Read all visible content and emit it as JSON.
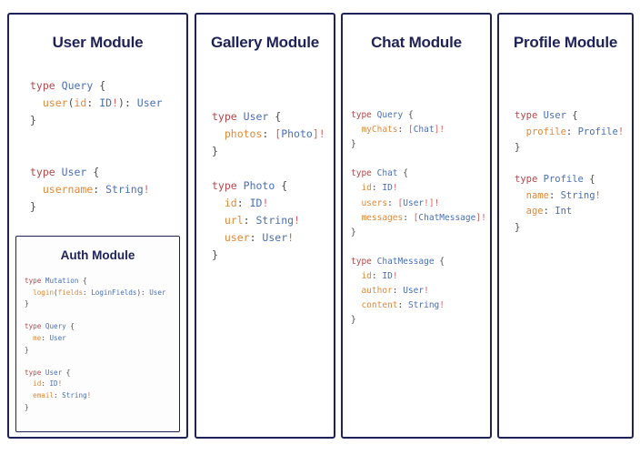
{
  "theme": {
    "background": "#ffffff",
    "card_border": "#1f2257",
    "title_color": "#1f2257",
    "keyword_color": "#b5484b",
    "typename_color": "#4a6fb5",
    "field_color": "#e08a3c",
    "punctuation_color": "#4a4a4a",
    "nonnull_color": "#d4605f"
  },
  "modules": [
    {
      "id": "user",
      "title": "User Module",
      "code_lines": [
        [
          {
            "t": "type",
            "c": "kw"
          },
          {
            "t": " ",
            "c": "pun"
          },
          {
            "t": "Query",
            "c": "tn"
          },
          {
            "t": " {",
            "c": "pun"
          }
        ],
        [
          {
            "t": "  ",
            "c": "pun"
          },
          {
            "t": "user",
            "c": "fld"
          },
          {
            "t": "(",
            "c": "pun"
          },
          {
            "t": "id",
            "c": "fld"
          },
          {
            "t": ": ",
            "c": "pun"
          },
          {
            "t": "ID",
            "c": "tn"
          },
          {
            "t": "!",
            "c": "bang"
          },
          {
            "t": "): ",
            "c": "pun"
          },
          {
            "t": "User",
            "c": "tn"
          }
        ],
        [
          {
            "t": "}",
            "c": "pun"
          }
        ],
        [
          {
            "t": "",
            "c": "pun"
          }
        ],
        [
          {
            "t": "",
            "c": "pun"
          }
        ],
        [
          {
            "t": "type",
            "c": "kw"
          },
          {
            "t": " ",
            "c": "pun"
          },
          {
            "t": "User",
            "c": "tn"
          },
          {
            "t": " {",
            "c": "pun"
          }
        ],
        [
          {
            "t": "  ",
            "c": "pun"
          },
          {
            "t": "username",
            "c": "fld"
          },
          {
            "t": ": ",
            "c": "pun"
          },
          {
            "t": "String",
            "c": "tn"
          },
          {
            "t": "!",
            "c": "bang"
          }
        ],
        [
          {
            "t": "}",
            "c": "pun"
          }
        ]
      ],
      "nested": {
        "id": "auth",
        "title": "Auth Module",
        "code_lines": [
          [
            {
              "t": "type",
              "c": "kw"
            },
            {
              "t": " ",
              "c": "pun"
            },
            {
              "t": "Mutation",
              "c": "tn"
            },
            {
              "t": " {",
              "c": "pun"
            }
          ],
          [
            {
              "t": "  ",
              "c": "pun"
            },
            {
              "t": "login",
              "c": "fld"
            },
            {
              "t": "(",
              "c": "pun"
            },
            {
              "t": "fields",
              "c": "fld"
            },
            {
              "t": ": ",
              "c": "pun"
            },
            {
              "t": "LoginFields",
              "c": "tn"
            },
            {
              "t": "): ",
              "c": "pun"
            },
            {
              "t": "User",
              "c": "tn"
            }
          ],
          [
            {
              "t": "}",
              "c": "pun"
            }
          ],
          [
            {
              "t": "",
              "c": "pun"
            }
          ],
          [
            {
              "t": "type",
              "c": "kw"
            },
            {
              "t": " ",
              "c": "pun"
            },
            {
              "t": "Query",
              "c": "tn"
            },
            {
              "t": " {",
              "c": "pun"
            }
          ],
          [
            {
              "t": "  ",
              "c": "pun"
            },
            {
              "t": "me",
              "c": "fld"
            },
            {
              "t": ": ",
              "c": "pun"
            },
            {
              "t": "User",
              "c": "tn"
            }
          ],
          [
            {
              "t": "}",
              "c": "pun"
            }
          ],
          [
            {
              "t": "",
              "c": "pun"
            }
          ],
          [
            {
              "t": "type",
              "c": "kw"
            },
            {
              "t": " ",
              "c": "pun"
            },
            {
              "t": "User",
              "c": "tn"
            },
            {
              "t": " {",
              "c": "pun"
            }
          ],
          [
            {
              "t": "  ",
              "c": "pun"
            },
            {
              "t": "id",
              "c": "fld"
            },
            {
              "t": ": ",
              "c": "pun"
            },
            {
              "t": "ID",
              "c": "tn"
            },
            {
              "t": "!",
              "c": "bang"
            }
          ],
          [
            {
              "t": "  ",
              "c": "pun"
            },
            {
              "t": "email",
              "c": "fld"
            },
            {
              "t": ": ",
              "c": "pun"
            },
            {
              "t": "String",
              "c": "tn"
            },
            {
              "t": "!",
              "c": "bang"
            }
          ],
          [
            {
              "t": "}",
              "c": "pun"
            }
          ]
        ]
      }
    },
    {
      "id": "gallery",
      "title": "Gallery Module",
      "code_lines": [
        [
          {
            "t": "type",
            "c": "kw"
          },
          {
            "t": " ",
            "c": "pun"
          },
          {
            "t": "User",
            "c": "tn"
          },
          {
            "t": " {",
            "c": "pun"
          }
        ],
        [
          {
            "t": "  ",
            "c": "pun"
          },
          {
            "t": "photos",
            "c": "fld"
          },
          {
            "t": ": ",
            "c": "pun"
          },
          {
            "t": "[",
            "c": "bang"
          },
          {
            "t": "Photo",
            "c": "tn"
          },
          {
            "t": "]",
            "c": "bang"
          },
          {
            "t": "!",
            "c": "bang"
          }
        ],
        [
          {
            "t": "}",
            "c": "pun"
          }
        ],
        [
          {
            "t": "",
            "c": "pun"
          }
        ],
        [
          {
            "t": "type",
            "c": "kw"
          },
          {
            "t": " ",
            "c": "pun"
          },
          {
            "t": "Photo",
            "c": "tn"
          },
          {
            "t": " {",
            "c": "pun"
          }
        ],
        [
          {
            "t": "  ",
            "c": "pun"
          },
          {
            "t": "id",
            "c": "fld"
          },
          {
            "t": ": ",
            "c": "pun"
          },
          {
            "t": "ID",
            "c": "tn"
          },
          {
            "t": "!",
            "c": "bang"
          }
        ],
        [
          {
            "t": "  ",
            "c": "pun"
          },
          {
            "t": "url",
            "c": "fld"
          },
          {
            "t": ": ",
            "c": "pun"
          },
          {
            "t": "String",
            "c": "tn"
          },
          {
            "t": "!",
            "c": "bang"
          }
        ],
        [
          {
            "t": "  ",
            "c": "pun"
          },
          {
            "t": "user",
            "c": "fld"
          },
          {
            "t": ": ",
            "c": "pun"
          },
          {
            "t": "User",
            "c": "tn"
          },
          {
            "t": "!",
            "c": "bang"
          }
        ],
        [
          {
            "t": "}",
            "c": "pun"
          }
        ]
      ],
      "nested": null
    },
    {
      "id": "chat",
      "title": "Chat Module",
      "code_lines": [
        [
          {
            "t": "type",
            "c": "kw"
          },
          {
            "t": " ",
            "c": "pun"
          },
          {
            "t": "Query",
            "c": "tn"
          },
          {
            "t": " {",
            "c": "pun"
          }
        ],
        [
          {
            "t": "  ",
            "c": "pun"
          },
          {
            "t": "myChats",
            "c": "fld"
          },
          {
            "t": ": ",
            "c": "pun"
          },
          {
            "t": "[",
            "c": "bang"
          },
          {
            "t": "Chat",
            "c": "tn"
          },
          {
            "t": "]",
            "c": "bang"
          },
          {
            "t": "!",
            "c": "bang"
          }
        ],
        [
          {
            "t": "}",
            "c": "pun"
          }
        ],
        [
          {
            "t": "",
            "c": "pun"
          }
        ],
        [
          {
            "t": "type",
            "c": "kw"
          },
          {
            "t": " ",
            "c": "pun"
          },
          {
            "t": "Chat",
            "c": "tn"
          },
          {
            "t": " {",
            "c": "pun"
          }
        ],
        [
          {
            "t": "  ",
            "c": "pun"
          },
          {
            "t": "id",
            "c": "fld"
          },
          {
            "t": ": ",
            "c": "pun"
          },
          {
            "t": "ID",
            "c": "tn"
          },
          {
            "t": "!",
            "c": "bang"
          }
        ],
        [
          {
            "t": "  ",
            "c": "pun"
          },
          {
            "t": "users",
            "c": "fld"
          },
          {
            "t": ": ",
            "c": "pun"
          },
          {
            "t": "[",
            "c": "bang"
          },
          {
            "t": "User",
            "c": "tn"
          },
          {
            "t": "!",
            "c": "bang"
          },
          {
            "t": "]",
            "c": "bang"
          },
          {
            "t": "!",
            "c": "bang"
          }
        ],
        [
          {
            "t": "  ",
            "c": "pun"
          },
          {
            "t": "messages",
            "c": "fld"
          },
          {
            "t": ": ",
            "c": "pun"
          },
          {
            "t": "[",
            "c": "bang"
          },
          {
            "t": "ChatMessage",
            "c": "tn"
          },
          {
            "t": "]",
            "c": "bang"
          },
          {
            "t": "!",
            "c": "bang"
          }
        ],
        [
          {
            "t": "}",
            "c": "pun"
          }
        ],
        [
          {
            "t": "",
            "c": "pun"
          }
        ],
        [
          {
            "t": "type",
            "c": "kw"
          },
          {
            "t": " ",
            "c": "pun"
          },
          {
            "t": "ChatMessage",
            "c": "tn"
          },
          {
            "t": " {",
            "c": "pun"
          }
        ],
        [
          {
            "t": "  ",
            "c": "pun"
          },
          {
            "t": "id",
            "c": "fld"
          },
          {
            "t": ": ",
            "c": "pun"
          },
          {
            "t": "ID",
            "c": "tn"
          },
          {
            "t": "!",
            "c": "bang"
          }
        ],
        [
          {
            "t": "  ",
            "c": "pun"
          },
          {
            "t": "author",
            "c": "fld"
          },
          {
            "t": ": ",
            "c": "pun"
          },
          {
            "t": "User",
            "c": "tn"
          },
          {
            "t": "!",
            "c": "bang"
          }
        ],
        [
          {
            "t": "  ",
            "c": "pun"
          },
          {
            "t": "content",
            "c": "fld"
          },
          {
            "t": ": ",
            "c": "pun"
          },
          {
            "t": "String",
            "c": "tn"
          },
          {
            "t": "!",
            "c": "bang"
          }
        ],
        [
          {
            "t": "}",
            "c": "pun"
          }
        ]
      ],
      "nested": null
    },
    {
      "id": "profile",
      "title": "Profile Module",
      "code_lines": [
        [
          {
            "t": "type",
            "c": "kw"
          },
          {
            "t": " ",
            "c": "pun"
          },
          {
            "t": "User",
            "c": "tn"
          },
          {
            "t": " {",
            "c": "pun"
          }
        ],
        [
          {
            "t": "  ",
            "c": "pun"
          },
          {
            "t": "profile",
            "c": "fld"
          },
          {
            "t": ": ",
            "c": "pun"
          },
          {
            "t": "Profile",
            "c": "tn"
          },
          {
            "t": "!",
            "c": "bang"
          }
        ],
        [
          {
            "t": "}",
            "c": "pun"
          }
        ],
        [
          {
            "t": "",
            "c": "pun"
          }
        ],
        [
          {
            "t": "type",
            "c": "kw"
          },
          {
            "t": " ",
            "c": "pun"
          },
          {
            "t": "Profile",
            "c": "tn"
          },
          {
            "t": " {",
            "c": "pun"
          }
        ],
        [
          {
            "t": "  ",
            "c": "pun"
          },
          {
            "t": "name",
            "c": "fld"
          },
          {
            "t": ": ",
            "c": "pun"
          },
          {
            "t": "String",
            "c": "tn"
          },
          {
            "t": "!",
            "c": "bang"
          }
        ],
        [
          {
            "t": "  ",
            "c": "pun"
          },
          {
            "t": "age",
            "c": "fld"
          },
          {
            "t": ": ",
            "c": "pun"
          },
          {
            "t": "Int",
            "c": "tn"
          }
        ],
        [
          {
            "t": "}",
            "c": "pun"
          }
        ]
      ],
      "nested": null
    }
  ]
}
